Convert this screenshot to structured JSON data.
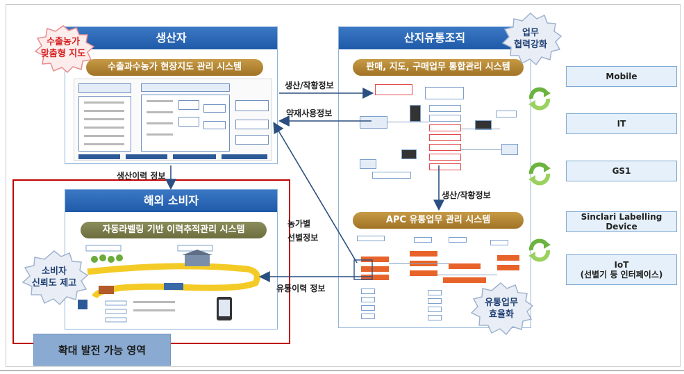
{
  "producer": {
    "title": "생산자",
    "system": "수출과수농가 현장지도 관리 시스템",
    "badge": "수출농가\n맞춤형 지도"
  },
  "distribution": {
    "title": "산지유통조직",
    "system_top": "판매, 지도, 구매업무 통합관리 시스템",
    "system_bottom": "APC 유통업무 관리 시스템",
    "badge_top": "업무\n협력강화",
    "badge_bottom": "유통업무\n효율화"
  },
  "consumer": {
    "title": "해외 소비자",
    "system": "자동라벨링 기반 이력추적관리 시스템",
    "badge": "소비자\n신뢰도 제고"
  },
  "arrows": {
    "production_info": "생산/작황정보",
    "pesticide_info": "약재사용정보",
    "production_history": "생산이력 정보",
    "production_info_down": "생산/작황정보",
    "farm_sorting": "농가별\n선별정보",
    "distribution_history": "유통이력 정보"
  },
  "expansion_label": "확대 발전 가능 영역",
  "technologies": [
    "Mobile",
    "IT",
    "GS1",
    "Sinclari Labelling Device",
    "IoT\n(선별기 등 인터페이스)"
  ],
  "colors": {
    "header_blue": "#1f5aa8",
    "gold": "#a17326",
    "olive": "#6c6d3e",
    "red_border": "#c00000",
    "tag_bg": "#e5f0fa",
    "arrow": "#2b4f80",
    "ring_green": "#6db33f"
  }
}
